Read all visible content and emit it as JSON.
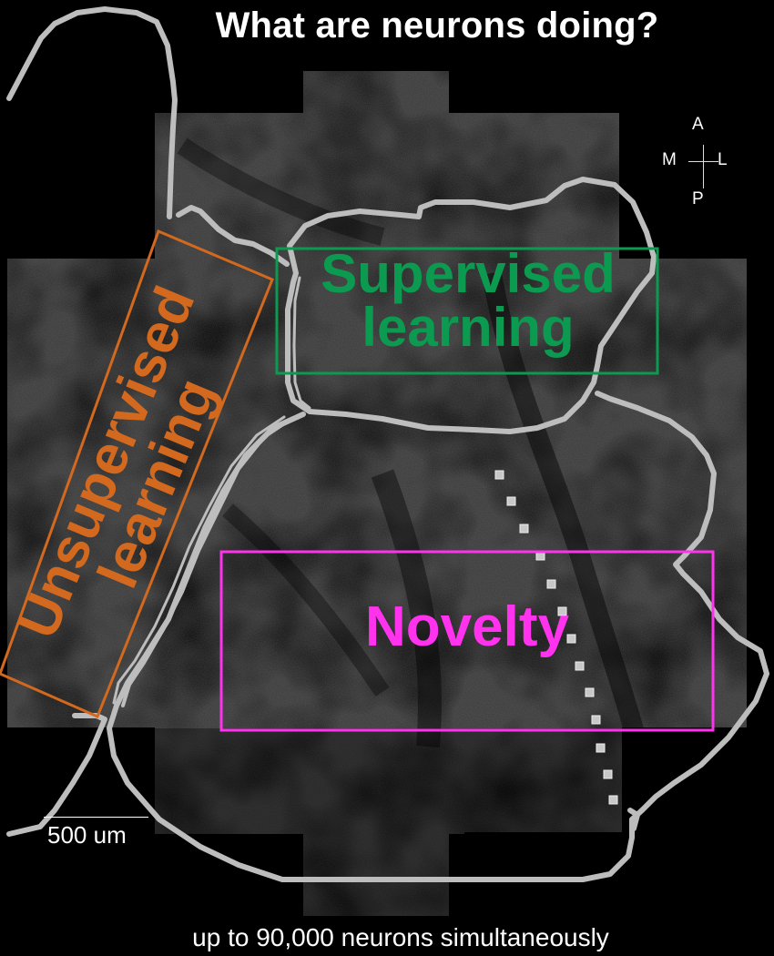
{
  "figure": {
    "title": "What are neurons doing?",
    "caption": "up to 90,000 neurons simultaneously",
    "background_color": "#000000"
  },
  "compass": {
    "anterior": "A",
    "posterior": "P",
    "medial": "M",
    "lateral": "L"
  },
  "scale_bar": {
    "label": "500 um"
  },
  "regions": [
    {
      "id": "supervised",
      "label_line1": "Supervised",
      "label_line2": "learning",
      "color": "#0b9a50"
    },
    {
      "id": "unsupervised",
      "label_line1": "Unsupervised",
      "label_line2": "learning",
      "color": "#d2691e"
    },
    {
      "id": "novelty",
      "label": "Novelty",
      "color": "#ff33ee"
    }
  ],
  "outline_color": "#bdbdbd",
  "electrode_markers": {
    "count": 14,
    "color": "#c8c8c8"
  }
}
